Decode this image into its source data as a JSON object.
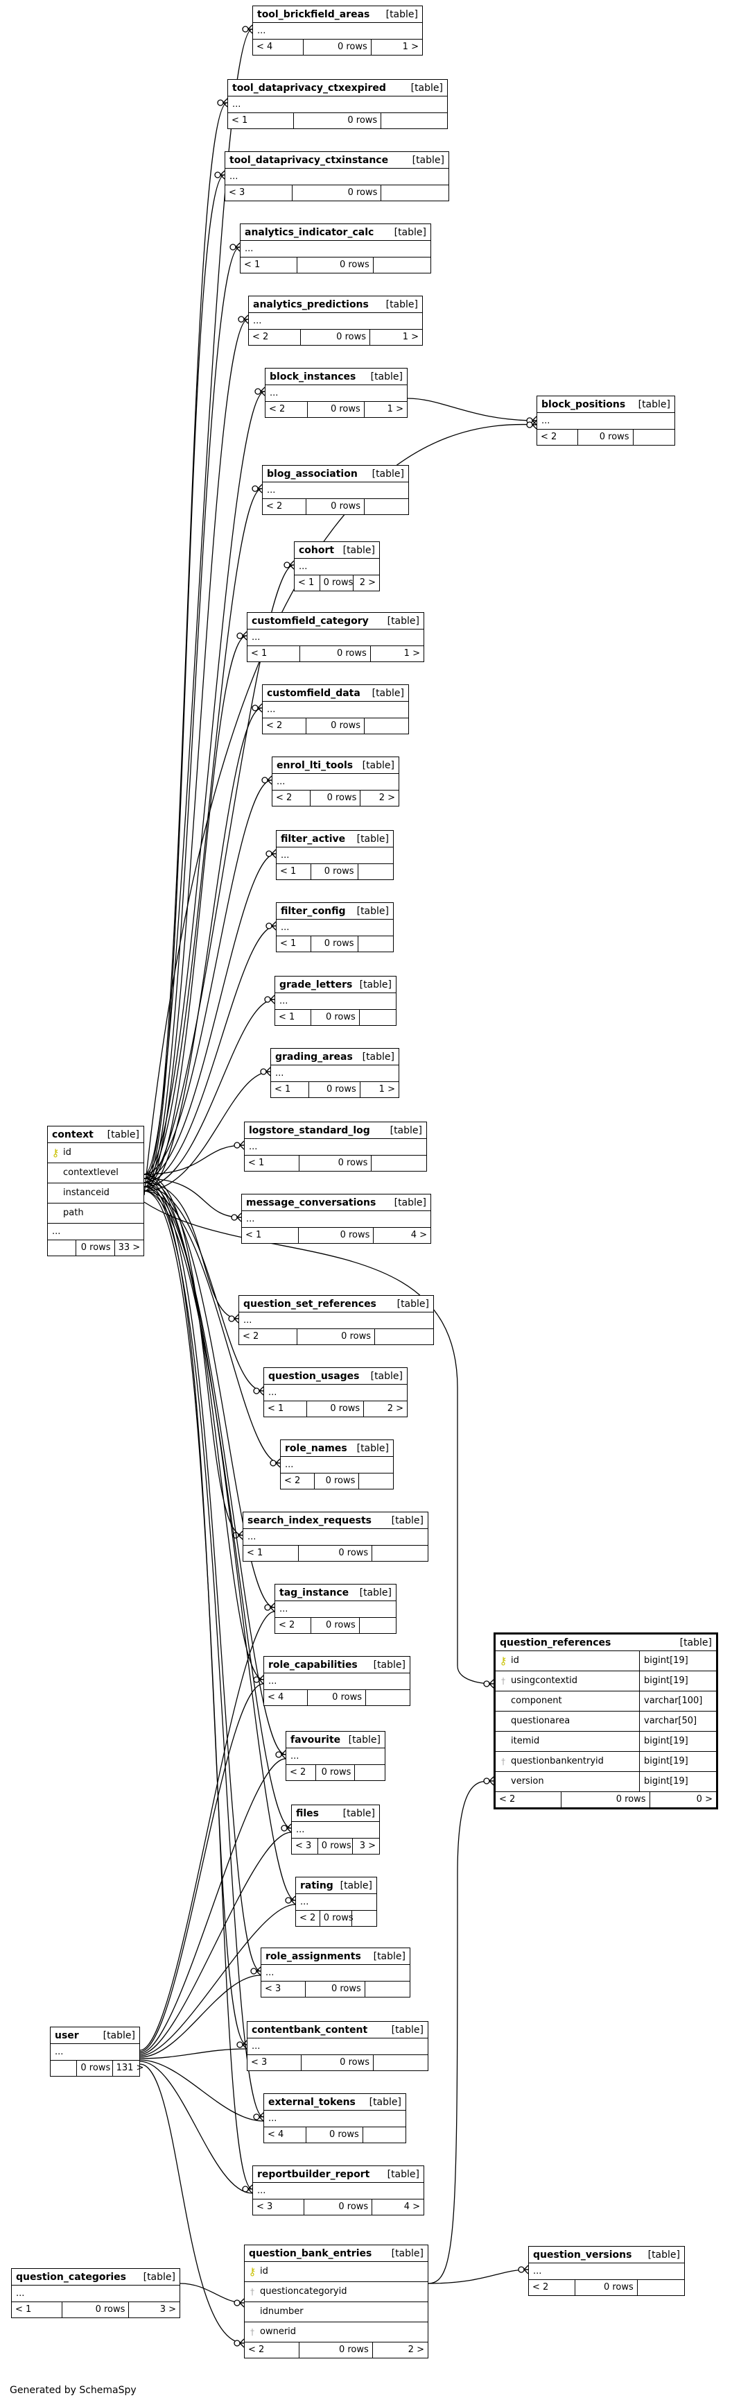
{
  "generator": "Generated by SchemaSpy",
  "kind_label": "[table]",
  "context": {
    "name": "context",
    "columns": [
      {
        "name": "id",
        "icon": "key"
      },
      {
        "name": "contextlevel",
        "icon": ""
      },
      {
        "name": "instanceid",
        "icon": ""
      },
      {
        "name": "path",
        "icon": ""
      }
    ],
    "ellipsis": "...",
    "footer": [
      "",
      "0 rows",
      "33 >"
    ]
  },
  "user": {
    "name": "user",
    "ellipsis": "...",
    "footer": [
      "",
      "0 rows",
      "131 >"
    ]
  },
  "question_categories": {
    "name": "question_categories",
    "ellipsis": "...",
    "footer": [
      "< 1",
      "0 rows",
      "3 >"
    ]
  },
  "block_positions": {
    "name": "block_positions",
    "ellipsis": "...",
    "footer": [
      "< 2",
      "0 rows",
      ""
    ]
  },
  "question_versions": {
    "name": "question_versions",
    "ellipsis": "...",
    "footer": [
      "< 2",
      "0 rows",
      ""
    ]
  },
  "question_references": {
    "name": "question_references",
    "columns": [
      {
        "name": "id",
        "type": "bigint[19]",
        "icon": "key"
      },
      {
        "name": "usingcontextid",
        "type": "bigint[19]",
        "icon": "fk"
      },
      {
        "name": "component",
        "type": "varchar[100]",
        "icon": ""
      },
      {
        "name": "questionarea",
        "type": "varchar[50]",
        "icon": ""
      },
      {
        "name": "itemid",
        "type": "bigint[19]",
        "icon": ""
      },
      {
        "name": "questionbankentryid",
        "type": "bigint[19]",
        "icon": "fk"
      },
      {
        "name": "version",
        "type": "bigint[19]",
        "icon": ""
      }
    ],
    "footer": [
      "< 2",
      "0 rows",
      "0 >"
    ]
  },
  "question_bank_entries": {
    "name": "question_bank_entries",
    "columns": [
      {
        "name": "id",
        "icon": "key"
      },
      {
        "name": "questioncategoryid",
        "icon": "fk"
      },
      {
        "name": "idnumber",
        "icon": ""
      },
      {
        "name": "ownerid",
        "icon": "fk"
      }
    ],
    "footer": [
      "< 2",
      "0 rows",
      "2 >"
    ]
  },
  "related_tables": [
    {
      "name": "tool_brickfield_areas",
      "ellipsis": "...",
      "footer": [
        "< 4",
        "0 rows",
        "1 >"
      ]
    },
    {
      "name": "tool_dataprivacy_ctxexpired",
      "ellipsis": "...",
      "footer": [
        "< 1",
        "0 rows",
        ""
      ]
    },
    {
      "name": "tool_dataprivacy_ctxinstance",
      "ellipsis": "...",
      "footer": [
        "< 3",
        "0 rows",
        ""
      ]
    },
    {
      "name": "analytics_indicator_calc",
      "ellipsis": "...",
      "footer": [
        "< 1",
        "0 rows",
        ""
      ]
    },
    {
      "name": "analytics_predictions",
      "ellipsis": "...",
      "footer": [
        "< 2",
        "0 rows",
        "1 >"
      ]
    },
    {
      "name": "block_instances",
      "ellipsis": "...",
      "footer": [
        "< 2",
        "0 rows",
        "1 >"
      ]
    },
    {
      "name": "blog_association",
      "ellipsis": "...",
      "footer": [
        "< 2",
        "0 rows",
        ""
      ]
    },
    {
      "name": "cohort",
      "ellipsis": "...",
      "footer": [
        "< 1",
        "0 rows",
        "2 >"
      ]
    },
    {
      "name": "customfield_category",
      "ellipsis": "...",
      "footer": [
        "< 1",
        "0 rows",
        "1 >"
      ]
    },
    {
      "name": "customfield_data",
      "ellipsis": "...",
      "footer": [
        "< 2",
        "0 rows",
        ""
      ]
    },
    {
      "name": "enrol_lti_tools",
      "ellipsis": "...",
      "footer": [
        "< 2",
        "0 rows",
        "2 >"
      ]
    },
    {
      "name": "filter_active",
      "ellipsis": "...",
      "footer": [
        "< 1",
        "0 rows",
        ""
      ]
    },
    {
      "name": "filter_config",
      "ellipsis": "...",
      "footer": [
        "< 1",
        "0 rows",
        ""
      ]
    },
    {
      "name": "grade_letters",
      "ellipsis": "...",
      "footer": [
        "< 1",
        "0 rows",
        ""
      ]
    },
    {
      "name": "grading_areas",
      "ellipsis": "...",
      "footer": [
        "< 1",
        "0 rows",
        "1 >"
      ]
    },
    {
      "name": "logstore_standard_log",
      "ellipsis": "...",
      "footer": [
        "< 1",
        "0 rows",
        ""
      ]
    },
    {
      "name": "message_conversations",
      "ellipsis": "...",
      "footer": [
        "< 1",
        "0 rows",
        "4 >"
      ]
    },
    {
      "name": "question_set_references",
      "ellipsis": "...",
      "footer": [
        "< 2",
        "0 rows",
        ""
      ]
    },
    {
      "name": "question_usages",
      "ellipsis": "...",
      "footer": [
        "< 1",
        "0 rows",
        "2 >"
      ]
    },
    {
      "name": "role_names",
      "ellipsis": "...",
      "footer": [
        "< 2",
        "0 rows",
        ""
      ]
    },
    {
      "name": "search_index_requests",
      "ellipsis": "...",
      "footer": [
        "< 1",
        "0 rows",
        ""
      ]
    },
    {
      "name": "tag_instance",
      "ellipsis": "...",
      "footer": [
        "< 2",
        "0 rows",
        ""
      ]
    },
    {
      "name": "role_capabilities",
      "ellipsis": "...",
      "footer": [
        "< 4",
        "0 rows",
        ""
      ]
    },
    {
      "name": "favourite",
      "ellipsis": "...",
      "footer": [
        "< 2",
        "0 rows",
        ""
      ]
    },
    {
      "name": "files",
      "ellipsis": "...",
      "footer": [
        "< 3",
        "0 rows",
        "3 >"
      ]
    },
    {
      "name": "rating",
      "ellipsis": "...",
      "footer": [
        "< 2",
        "0 rows",
        ""
      ]
    },
    {
      "name": "role_assignments",
      "ellipsis": "...",
      "footer": [
        "< 3",
        "0 rows",
        ""
      ]
    },
    {
      "name": "contentbank_content",
      "ellipsis": "...",
      "footer": [
        "< 3",
        "0 rows",
        ""
      ]
    },
    {
      "name": "external_tokens",
      "ellipsis": "...",
      "footer": [
        "< 4",
        "0 rows",
        ""
      ]
    },
    {
      "name": "reportbuilder_report",
      "ellipsis": "...",
      "footer": [
        "< 3",
        "0 rows",
        "4 >"
      ]
    }
  ]
}
